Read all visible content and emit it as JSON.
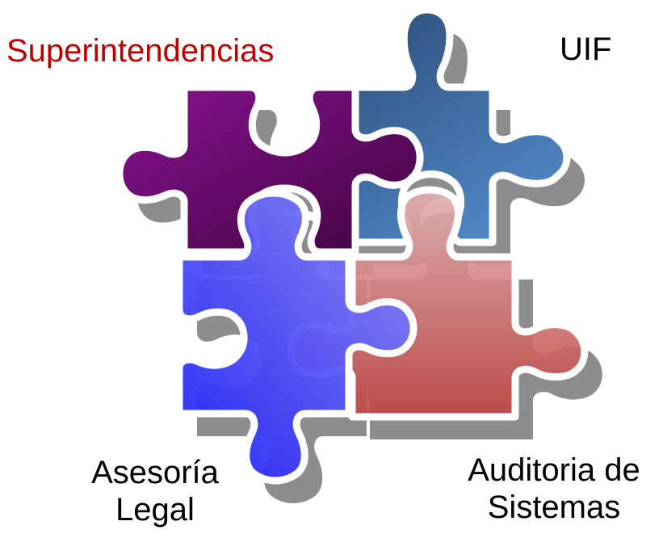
{
  "labels": {
    "superintendencias": "Superintendencias",
    "uif": "UIF",
    "asesoria_line1": "Asesoría",
    "asesoria_line2": "Legal",
    "auditoria_line1": "Auditoria de",
    "auditoria_line2": "Sistemas"
  },
  "colors": {
    "superintendencias_label": "#C00000",
    "other_labels": "#000000",
    "piece_purple": "#6B0A6B",
    "piece_steel_blue": "#3A6B9E",
    "piece_bright_blue": "#4848F8",
    "piece_salmon": "#D48080",
    "shadow": "#7A7A7A",
    "outline": "#FFFFFF"
  }
}
